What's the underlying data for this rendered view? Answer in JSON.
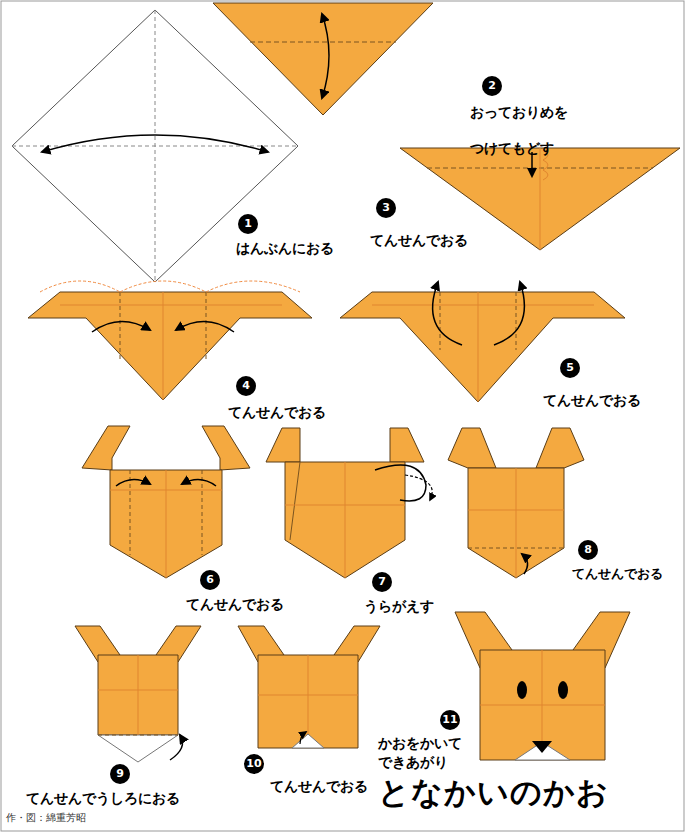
{
  "diagram": {
    "title": "となかいのかお",
    "labels": [
      "1",
      "はんぶんにおる",
      "2",
      "おっておりめを つけてもどす",
      "3",
      "てんせんでおる",
      "4",
      "てんせんでおる",
      "5",
      "てんせんでおる",
      "6",
      "てんせんでおる",
      "7",
      "うらがえす",
      "8",
      "てんせんでおる",
      "9",
      "てんせんでうしろにおる",
      "10",
      "てんせんでおる",
      "11",
      "かおをかいて できあがり",
      "作・図：綿重芳昭"
    ]
  }
}
